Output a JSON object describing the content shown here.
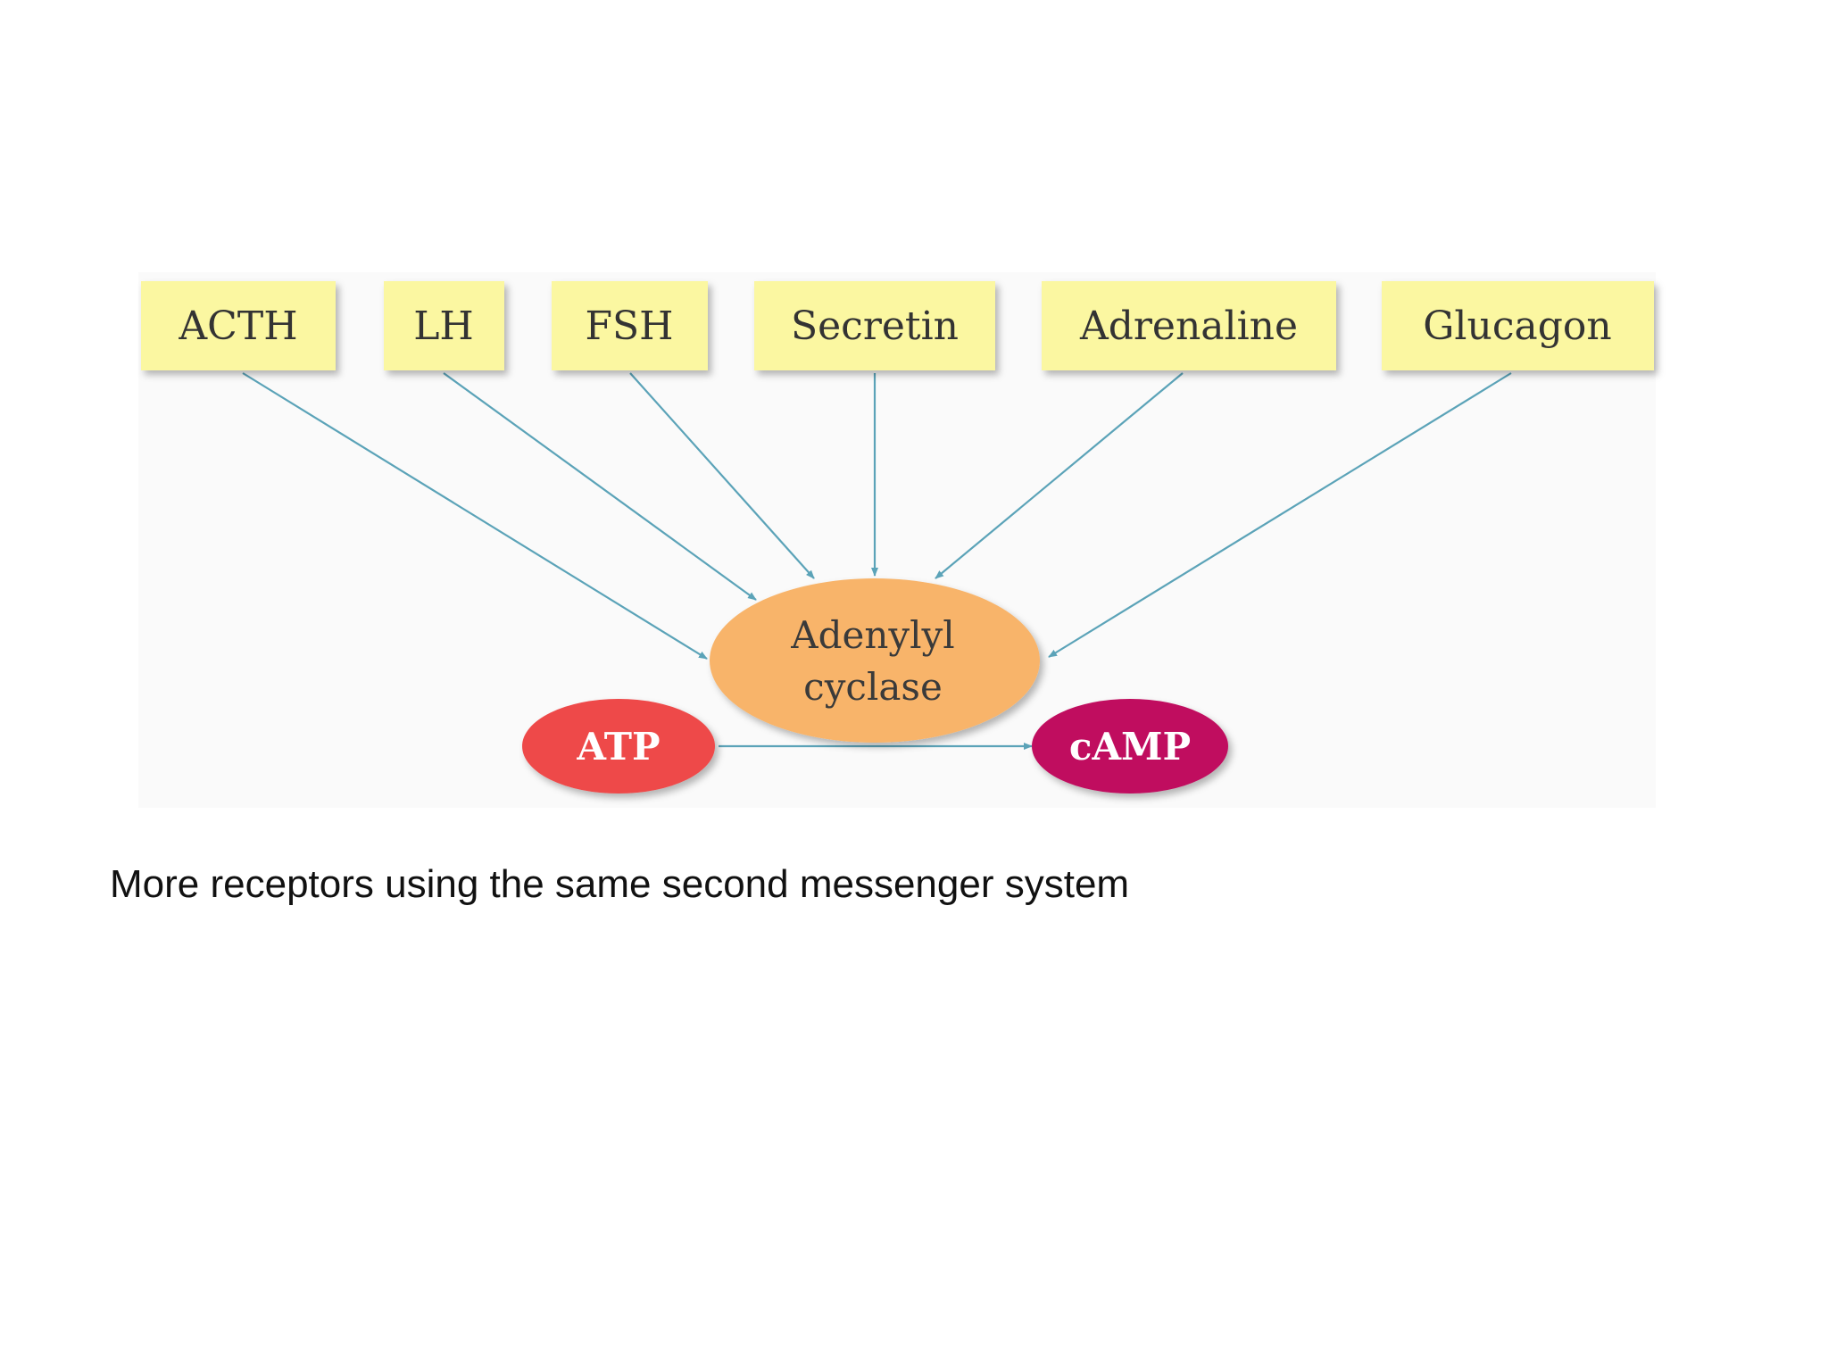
{
  "hormones": [
    "ACTH",
    "LH",
    "FSH",
    "Secretin",
    "Adrenaline",
    "Glucagon"
  ],
  "enzyme": {
    "line1": "Adenylyl",
    "line2": "cyclase"
  },
  "substrate": "ATP",
  "product": "cAMP",
  "caption": "More receptors using the same second messenger system",
  "colors": {
    "hormone_box": "#fbf7a1",
    "enzyme": "#f8b46b",
    "substrate": "#ee4a4a",
    "product": "#c00f5e",
    "arrow": "#5ba3b8"
  }
}
